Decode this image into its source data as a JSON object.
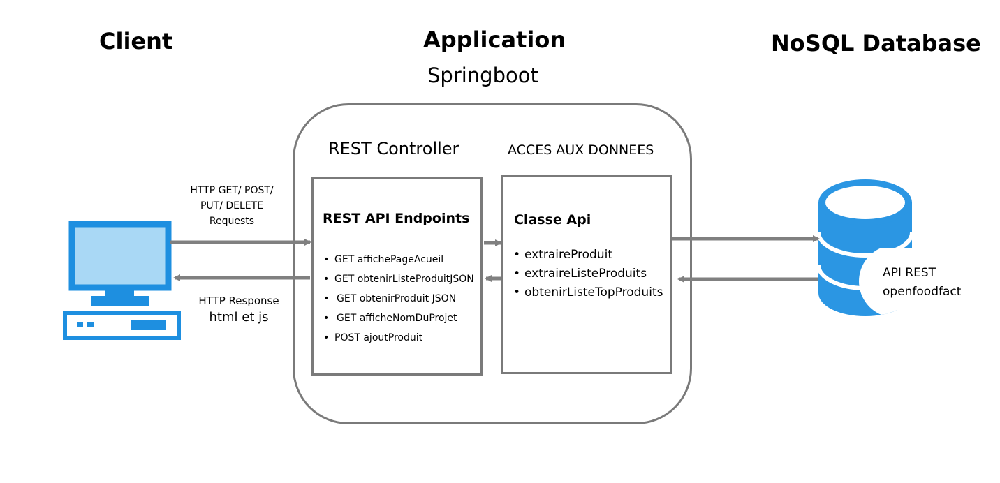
{
  "columns": {
    "client": "Client",
    "application": "Application",
    "application_sub": "Springboot",
    "database": "NoSQL Database"
  },
  "app": {
    "controller_title": "REST Controller",
    "data_access_title": "ACCES AUX DONNEES"
  },
  "endpoints_box": {
    "title": "REST API Endpoints",
    "items": [
      "GET affichePageAcueil",
      "GET obtenirListeProduitJSON",
      "GET obtenirProduit JSON",
      "GET afficheNomDuProjet",
      "POST ajoutProduit"
    ]
  },
  "api_box": {
    "title": "Classe Api",
    "items": [
      "extraireProduit",
      "extraireListeProduits",
      "obtenirListeTopProduits"
    ]
  },
  "client_side": {
    "request_label": [
      "HTTP GET/ POST/",
      "PUT/ DELETE",
      "Requests"
    ],
    "response_label": [
      "HTTP Response",
      "html et js"
    ]
  },
  "database_side": {
    "label": [
      "API REST",
      "openfoodfact"
    ]
  },
  "colors": {
    "icon_blue": "#1e8fe0",
    "icon_light": "#a9d8f5",
    "border_gray": "#7a7a7a",
    "arrow_gray": "#808080"
  }
}
